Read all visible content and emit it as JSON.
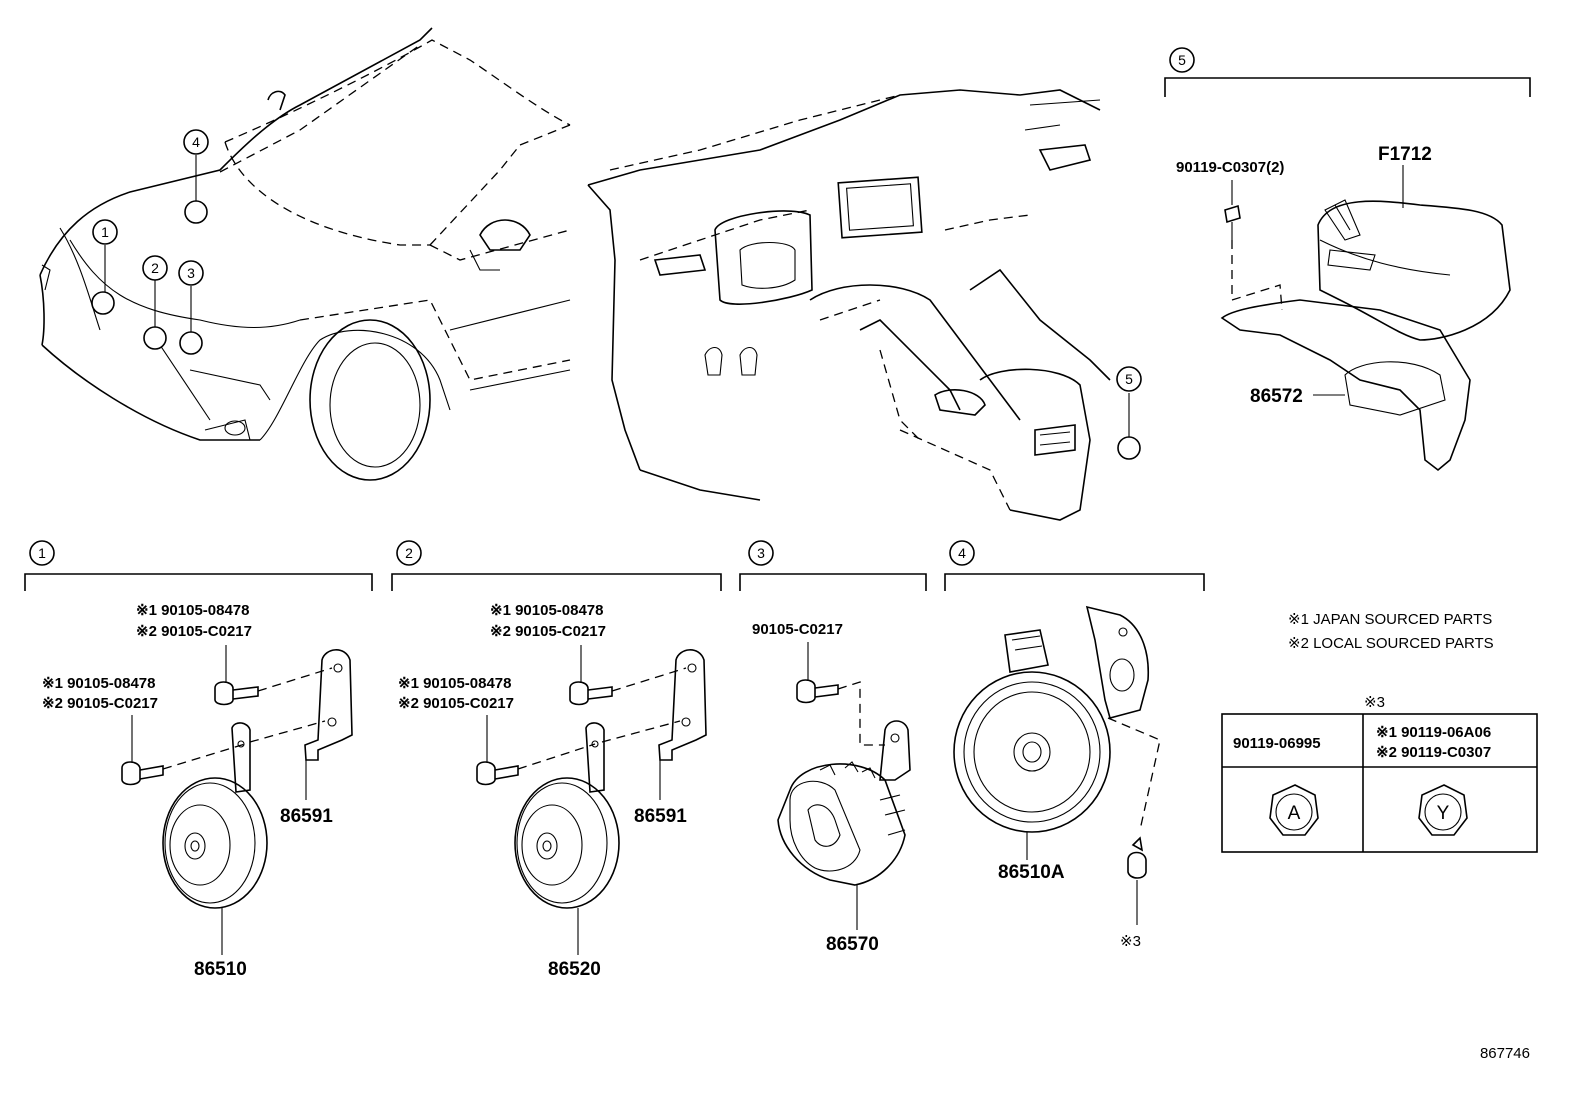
{
  "diagram_id": "867746",
  "callouts": [
    "1",
    "2",
    "3",
    "4",
    "5"
  ],
  "section_labels": {
    "s1": "1",
    "s2": "2",
    "s3": "3",
    "s4": "4",
    "s5": "5"
  },
  "parts": {
    "s5_bolt": "90119-C0307(2)",
    "s5_cover": "F1712",
    "s5_bracket": "86572",
    "s1_bolt_top_1": "※1 90105-08478",
    "s1_bolt_top_2": "※2 90105-C0217",
    "s1_bolt_left_1": "※1 90105-08478",
    "s1_bolt_left_2": "※2 90105-C0217",
    "s1_bracket": "86591",
    "s1_horn": "86510",
    "s2_bolt_top_1": "※1 90105-08478",
    "s2_bolt_top_2": "※2 90105-C0217",
    "s2_bolt_left_1": "※1 90105-08478",
    "s2_bolt_left_2": "※2 90105-C0217",
    "s2_bracket": "86591",
    "s2_horn": "86520",
    "s3_bolt": "90105-C0217",
    "s3_siren": "86570",
    "s4_horn": "86510A",
    "s4_bolt": "※3"
  },
  "notes": {
    "japan": "※1 JAPAN SOURCED PARTS",
    "local": "※2 LOCAL SOURCED PARTS"
  },
  "ref_table": {
    "title": "※3",
    "col1_header": "90119-06995",
    "col2_header_1": "※1 90119-06A06",
    "col2_header_2": "※2 90119-C0307",
    "col1_mark": "A",
    "col2_mark": "Y"
  }
}
